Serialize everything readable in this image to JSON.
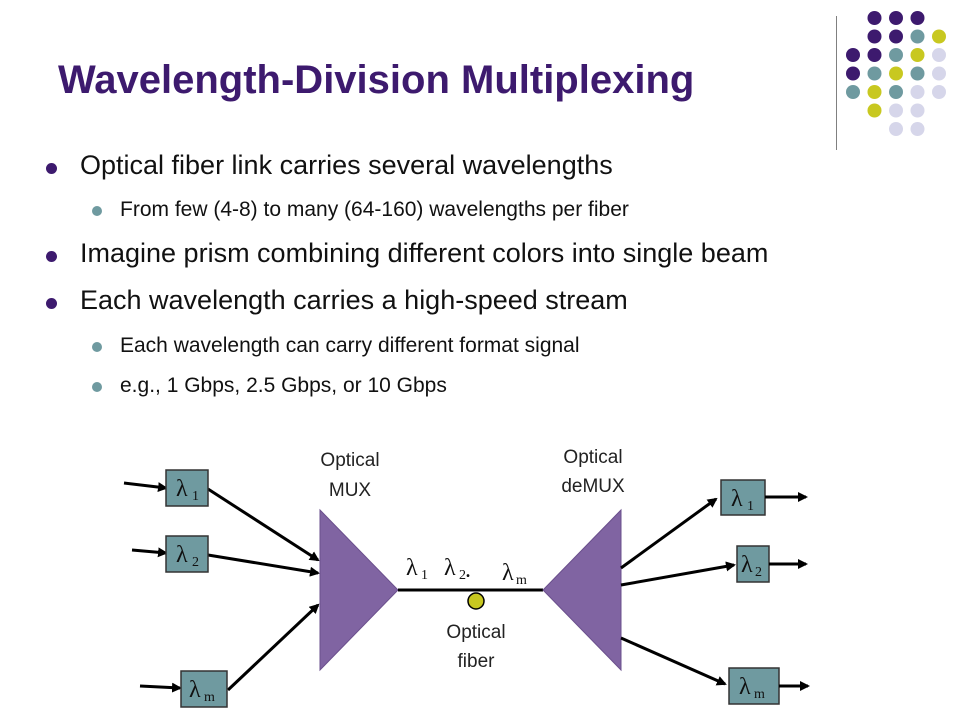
{
  "slide": {
    "title": "Wavelength-Division Multiplexing",
    "bullets": [
      {
        "level": 1,
        "text": "Optical fiber link carries several wavelengths"
      },
      {
        "level": 2,
        "text": "From few (4-8) to many (64-160) wavelengths per fiber"
      },
      {
        "level": 1,
        "text": "Imagine prism combining different colors into single beam"
      },
      {
        "level": 1,
        "text": "Each wavelength carries a high-speed stream"
      },
      {
        "level": 2,
        "text": "Each wavelength can carry different format signal"
      },
      {
        "level": 2,
        "text": "e.g., 1 Gbps, 2.5 Gbps, or 10 Gbps"
      }
    ]
  },
  "diagram": {
    "mux_label_line1": "Optical",
    "mux_label_line2": "MUX",
    "demux_label_line1": "Optical",
    "demux_label_line2": "deMUX",
    "fiber_label_line1": "Optical",
    "fiber_label_line2": "fiber",
    "lambda_symbol": "λ",
    "input_subscripts": [
      "1",
      "2",
      "m"
    ],
    "output_subscripts": [
      "1",
      "2",
      "m"
    ],
    "fiber_subscripts": [
      "1",
      "2",
      "m"
    ],
    "fiber_dot": "."
  },
  "colors": {
    "title": "#3d1a6e",
    "prism": "#8064a2",
    "box": "#6f9aa0",
    "fiber_dot": "#c8c820",
    "deco_purple": "#3d1a6e",
    "deco_teal": "#6f9aa0",
    "deco_yellow": "#c8c820",
    "deco_lilac": "#d6d6ea"
  }
}
